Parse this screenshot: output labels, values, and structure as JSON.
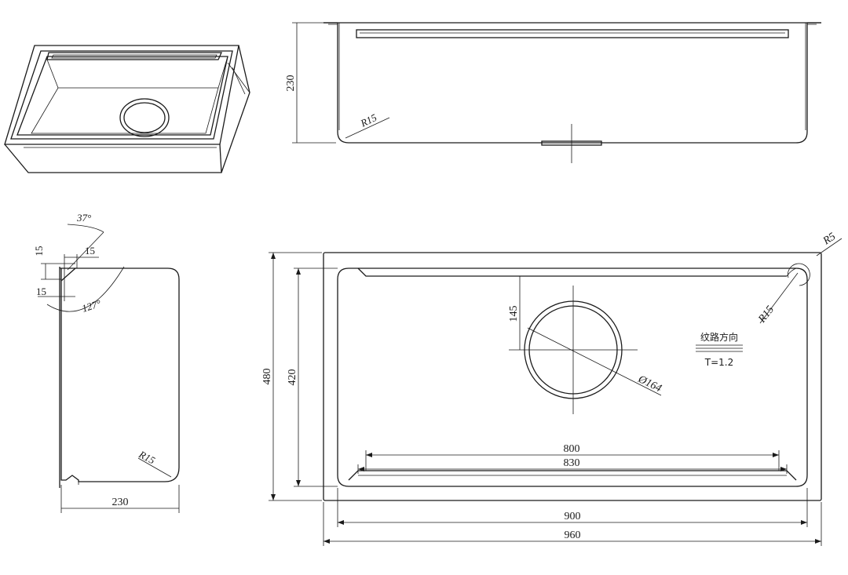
{
  "top_view": {
    "width_outer": "960",
    "width_inner": "900",
    "depth_outer": "480",
    "depth_inner": "420",
    "ledge_outer": "830",
    "ledge_inner": "800",
    "drain_offset": "145",
    "drain_diameter": "Ø164",
    "corner_radius_inner": "R15",
    "corner_radius_outer": "R5",
    "grain_label": "纹路方向",
    "thickness_label": "T=1.2"
  },
  "front_view": {
    "height": "230",
    "corner_radius": "R15"
  },
  "side_view": {
    "width": "230",
    "corner_radius": "R15",
    "angle_top": "37°",
    "angle_bottom": "127°",
    "dim_a": "15",
    "dim_b": "15",
    "dim_c": "15"
  }
}
